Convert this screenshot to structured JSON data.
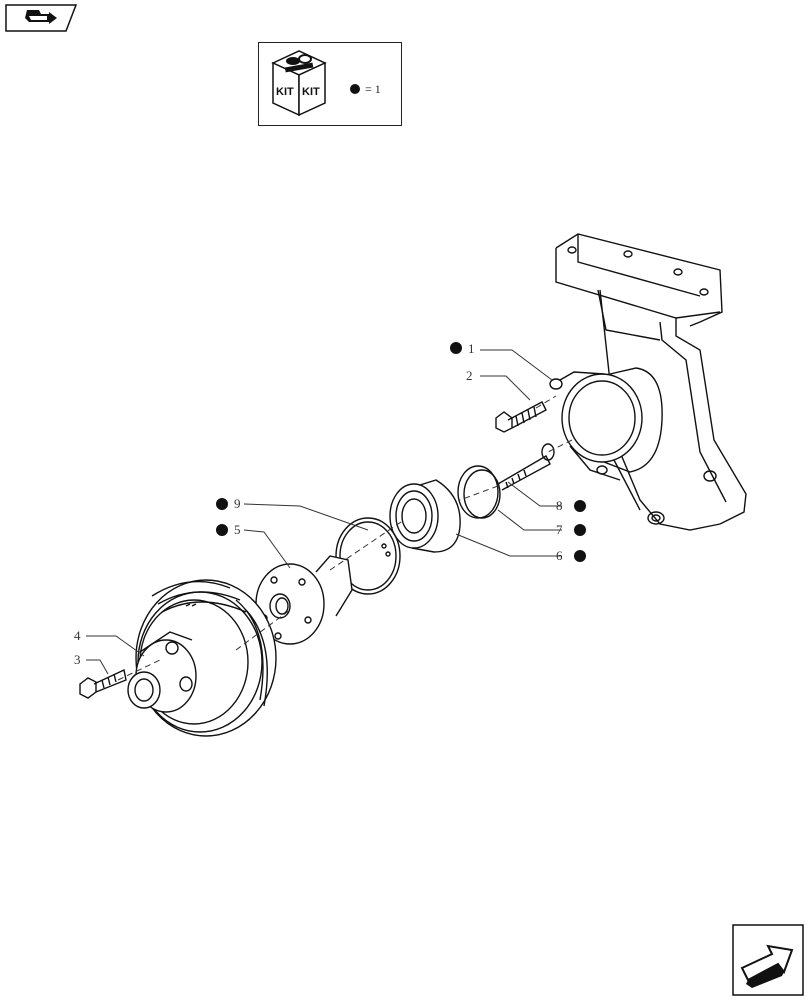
{
  "kit_legend": {
    "kit_label_left": "KIT",
    "kit_label_right": "KIT",
    "equals_text": "= 1"
  },
  "callouts": {
    "c1": "1",
    "c2": "2",
    "c3": "3",
    "c4": "4",
    "c5": "5",
    "c6": "6",
    "c7": "7",
    "c8": "8",
    "c9": "9"
  },
  "icons": {
    "top_left": "previous-page-arrow-icon",
    "bottom_right": "next-page-arrow-icon"
  },
  "colors": {
    "ink": "#111111",
    "line": "#333333",
    "background": "#ffffff"
  }
}
